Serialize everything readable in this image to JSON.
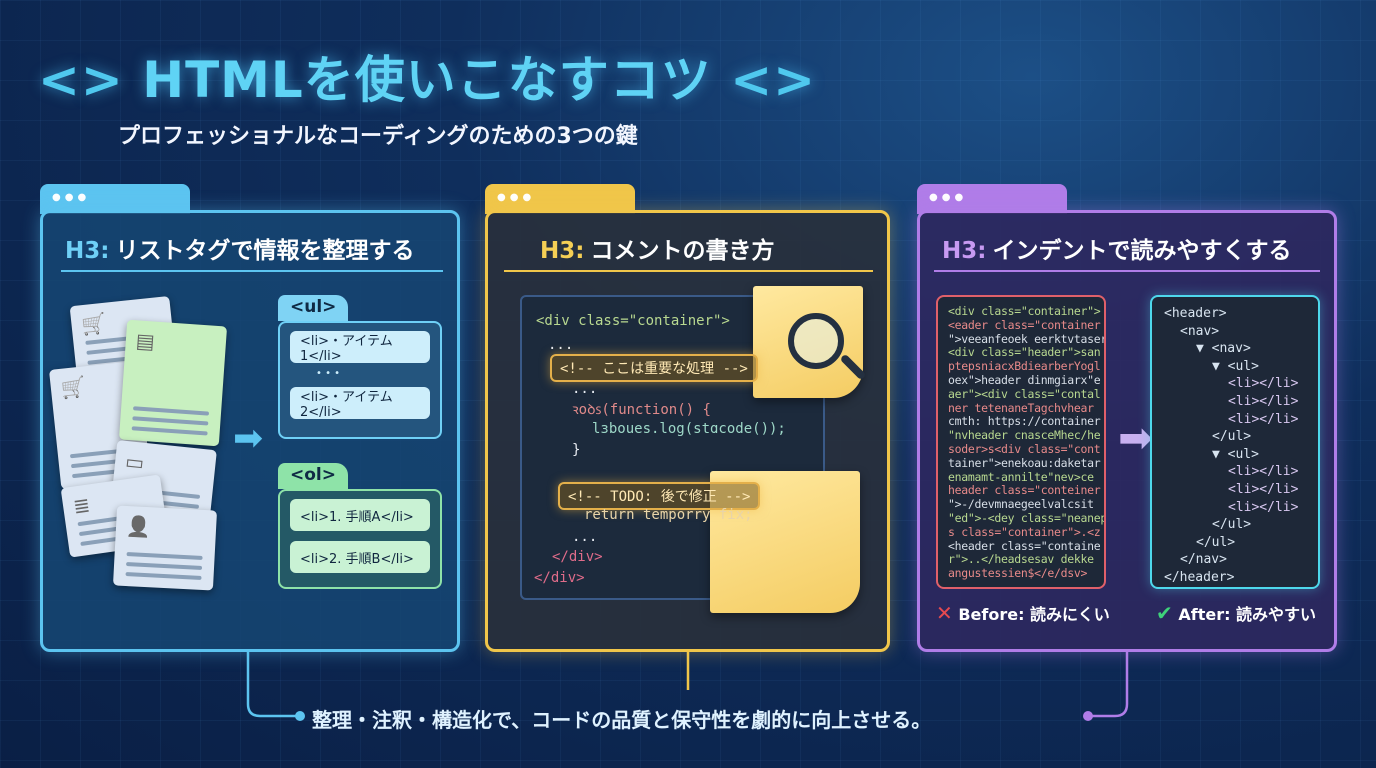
{
  "title": {
    "bracket_left": "<>",
    "text": "HTMLを使いこなすコツ",
    "bracket_right": "<>"
  },
  "subtitle": "プロフェッショナルなコーディングのための3つの鍵",
  "colors": {
    "list_panel": "#5cc4f0",
    "comment_panel": "#f0c64a",
    "indent_panel": "#b07de8",
    "before_border": "#e0606a",
    "after_border": "#4ed8ec",
    "background": "#0f2e5c"
  },
  "panels": [
    {
      "prefix": "H3:",
      "heading": "リストタグで情報を整理する"
    },
    {
      "prefix": "H3:",
      "heading": "コメントの書き方"
    },
    {
      "prefix": "H3:",
      "heading": "インデントで読みやすくする"
    }
  ],
  "window_dots": "●●●",
  "list_panel": {
    "card_icons": [
      "shopping-cart-icon",
      "shopping-cart-icon",
      "document-icon",
      "file-icon",
      "text-icon",
      "user-icon"
    ],
    "ul": {
      "tag": "<ul>",
      "items": [
        "<li>・アイテム1</li>",
        "<li>・アイテム2</li>"
      ],
      "ellipsis": "•   •   •"
    },
    "ol": {
      "tag": "<ol>",
      "items": [
        "<li>1. 手順A</li>",
        "<li>2. 手順B</li>"
      ]
    }
  },
  "comment_panel": {
    "lines": [
      "<div class=\"container\">",
      "...",
      "...",
      "ꝛoꝺꜱ(function() {",
      "lɜboues.log(stɑcode());",
      "}",
      "return temporry fix;",
      "...",
      "</div>",
      "</div>"
    ],
    "comments": [
      "<!-- ここは重要な処理 -->",
      "<!-- TODO: 後で修正 -->"
    ]
  },
  "indent_panel": {
    "before_lines": [
      "<div class=\"container\">",
      "<eader class=\"container",
      "\">veeanfeoek eerktvtaser",
      "<div class=\"header\">san",
      "ptepsniacxBdiearberYogl",
      "oex\">header dinmgiarx\"e",
      "aer\"><div class=\"contal",
      "ner tetenaneTagchvhear",
      "cmth: https://container",
      "\"nvheader cnasceMhec/he",
      "soder>s<div class=\"cont",
      "tainer\">enekoau:daketar",
      "enamamt-annilte\"nev>ce",
      "header class=\"conteiner",
      "\">-/devmnaegeelvalcsit",
      "\"ed\">-<dey class=\"neanep",
      "s class=\"container\">.<z",
      "<header class=\"containe",
      "r\">..</headsesav dekke",
      "angustessien$</e/dsv>"
    ],
    "after_lines": [
      {
        "indent": 0,
        "text": "<header>"
      },
      {
        "indent": 1,
        "text": "<nav>"
      },
      {
        "indent": 2,
        "text": "▼ <nav>"
      },
      {
        "indent": 3,
        "text": "▼ <ul>"
      },
      {
        "indent": 4,
        "text": "<li></li>"
      },
      {
        "indent": 4,
        "text": "<li></li>"
      },
      {
        "indent": 4,
        "text": "<li></li>"
      },
      {
        "indent": 3,
        "text": "</ul>"
      },
      {
        "indent": 3,
        "text": "▼ <ul>"
      },
      {
        "indent": 4,
        "text": "<li></li>"
      },
      {
        "indent": 4,
        "text": "<li></li>"
      },
      {
        "indent": 4,
        "text": "<li></li>"
      },
      {
        "indent": 3,
        "text": "</ul>"
      },
      {
        "indent": 2,
        "text": "</ul>"
      },
      {
        "indent": 1,
        "text": "</nav>"
      },
      {
        "indent": 0,
        "text": "</header>"
      }
    ],
    "before_label": "Before: 読みにくい",
    "after_label": "After: 読みやすい",
    "before_icon": "cross-icon",
    "after_icon": "check-icon"
  },
  "footer": "整理・注釈・構造化で、コードの品質と保守性を劇的に向上させる。"
}
